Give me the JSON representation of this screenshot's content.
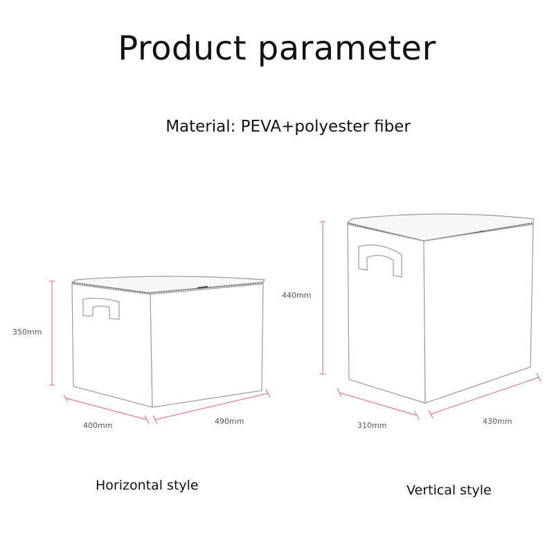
{
  "header": {
    "title": "Product parameter",
    "material": "Material: PEVA+polyester fiber"
  },
  "horizontal": {
    "caption": "Horizontal style",
    "height_label": "350mm",
    "depth_label": "400mm",
    "width_label": "490mm"
  },
  "vertical": {
    "caption": "Vertical style",
    "height_label": "440mm",
    "depth_label": "310mm",
    "width_label": "430mm"
  },
  "colors": {
    "dimension_line": "#e57b84",
    "box_outline": "#9a9a9a"
  }
}
